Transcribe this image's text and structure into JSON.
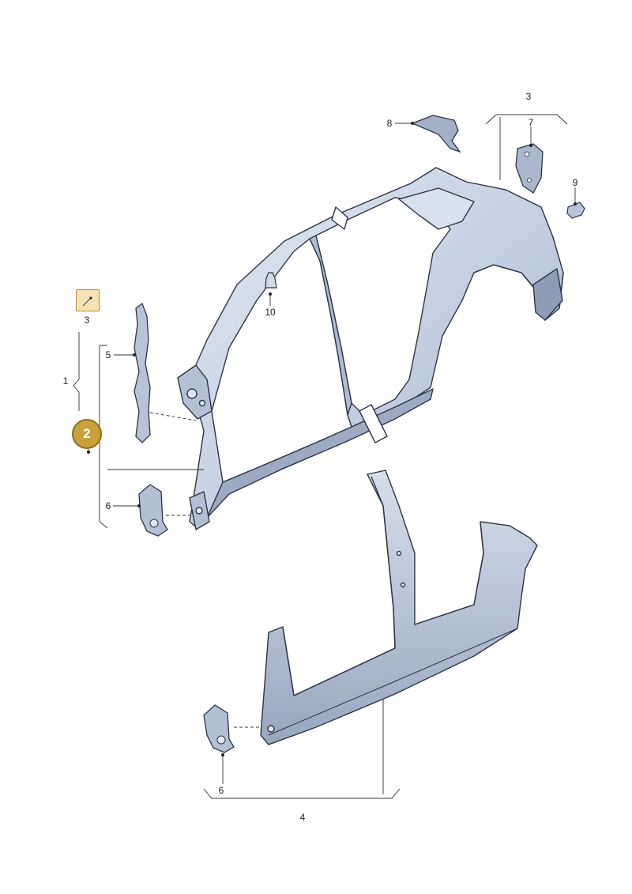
{
  "callouts": {
    "c1": "1",
    "c3_top": "3",
    "c3_box": "3",
    "c4": "4",
    "c5": "5",
    "c6_upper": "6",
    "c6_lower": "6",
    "c7": "7",
    "c8": "8",
    "c9": "9",
    "c10": "10"
  },
  "badge": {
    "label": "2"
  },
  "colors": {
    "panel_fill": "#c9d3e3",
    "panel_shade": "#a9b6cb",
    "panel_dark": "#7e8ea8",
    "outline": "#2d3545",
    "badge": "#c9a13c",
    "ref_box": "#f7e2b6"
  }
}
